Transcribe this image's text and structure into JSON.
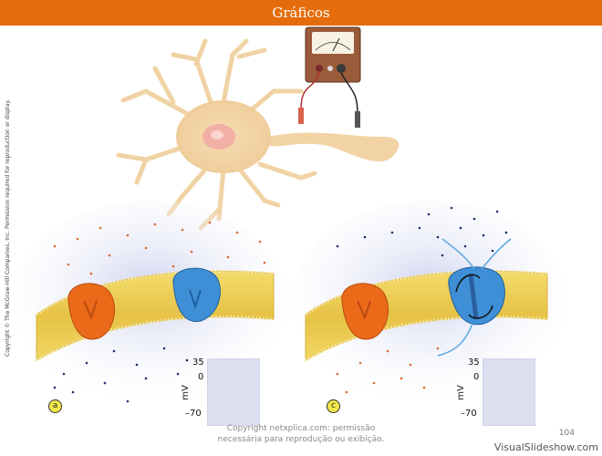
{
  "slide": {
    "title": "Gráficos",
    "copyright_vertical": "Copyright © The McGraw-Hill Companies, Inc. Permission required for reproduction or display.",
    "caption_line1": "Copyright netxplica.com: permissão",
    "caption_line2": "necessária para reprodução ou exibição.",
    "page_number": "104",
    "watermark": "VisualSlideshow.com"
  },
  "panels": {
    "left": {
      "label": "a",
      "graph": {
        "y_unit": "mV",
        "ticks": [
          "35",
          "0",
          "–70"
        ]
      }
    },
    "right": {
      "label": "c",
      "graph": {
        "y_unit": "mV",
        "ticks": [
          "35",
          "0",
          "–70"
        ]
      }
    }
  },
  "colors": {
    "title_bar": "#e46c0a",
    "neuron": "#f4d9a8",
    "membrane": "#e9c84b",
    "channel_orange": "#ea6a1a",
    "channel_blue": "#3f8fd6",
    "trace_red": "#c2185b",
    "trace_blue": "#3aa6d8"
  }
}
